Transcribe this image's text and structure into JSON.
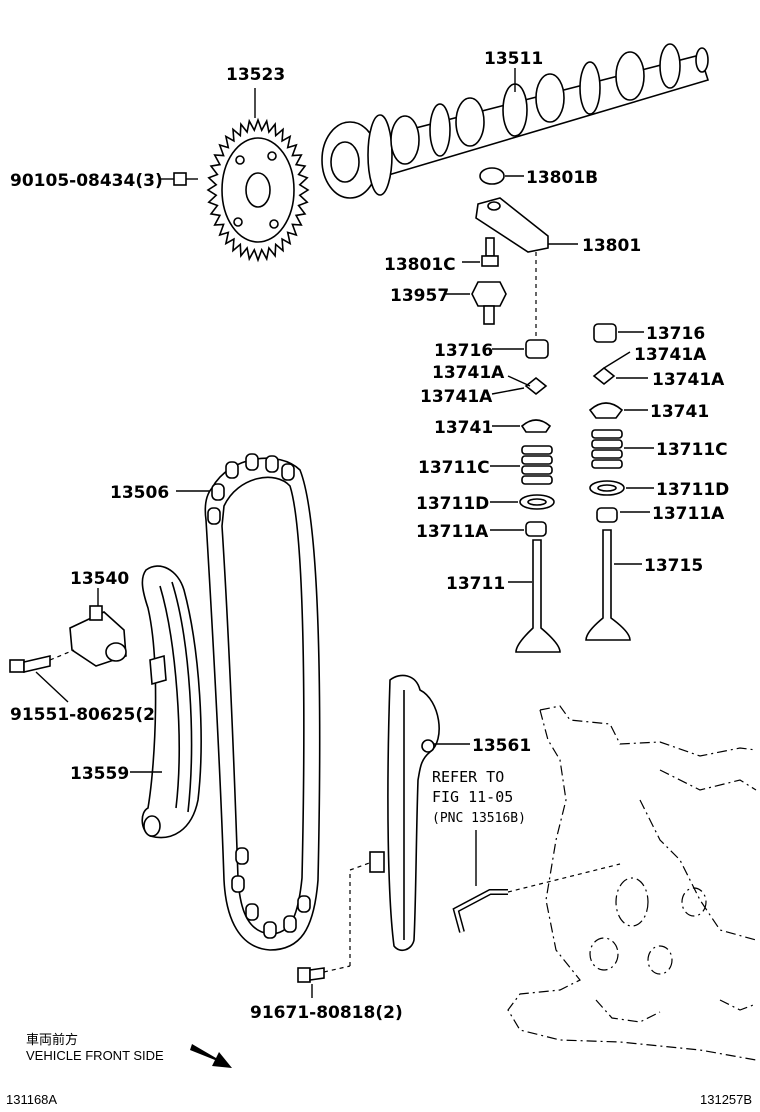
{
  "labels": {
    "p13523": "13523",
    "p13511": "13511",
    "p9010508434": "90105-08434(3)",
    "p13801B": "13801B",
    "p13801": "13801",
    "p13801C": "13801C",
    "p13957": "13957",
    "p13716_l": "13716",
    "p13716_r": "13716",
    "p13741A_l1": "13741A",
    "p13741A_l2": "13741A",
    "p13741A_r1": "13741A",
    "p13741A_r2": "13741A",
    "p13741_l": "13741",
    "p13741_r": "13741",
    "p13711C_l": "13711C",
    "p13711C_r": "13711C",
    "p13711D_l": "13711D",
    "p13711D_r": "13711D",
    "p13711A_l": "13711A",
    "p13711A_r": "13711A",
    "p13711": "13711",
    "p13715": "13715",
    "p13506": "13506",
    "p13540": "13540",
    "p9155180625": "91551-80625(2)",
    "p13559": "13559",
    "p13561": "13561",
    "p9167180818": "91671-80818(2)"
  },
  "refer": {
    "line1": "REFER TO",
    "line2": "FIG 11-05",
    "line3": "(PNC 13516B)"
  },
  "front": {
    "jp": "車両前方",
    "en": "VEHICLE FRONT SIDE"
  },
  "footer": {
    "left": "131168A",
    "right": "131257B"
  }
}
